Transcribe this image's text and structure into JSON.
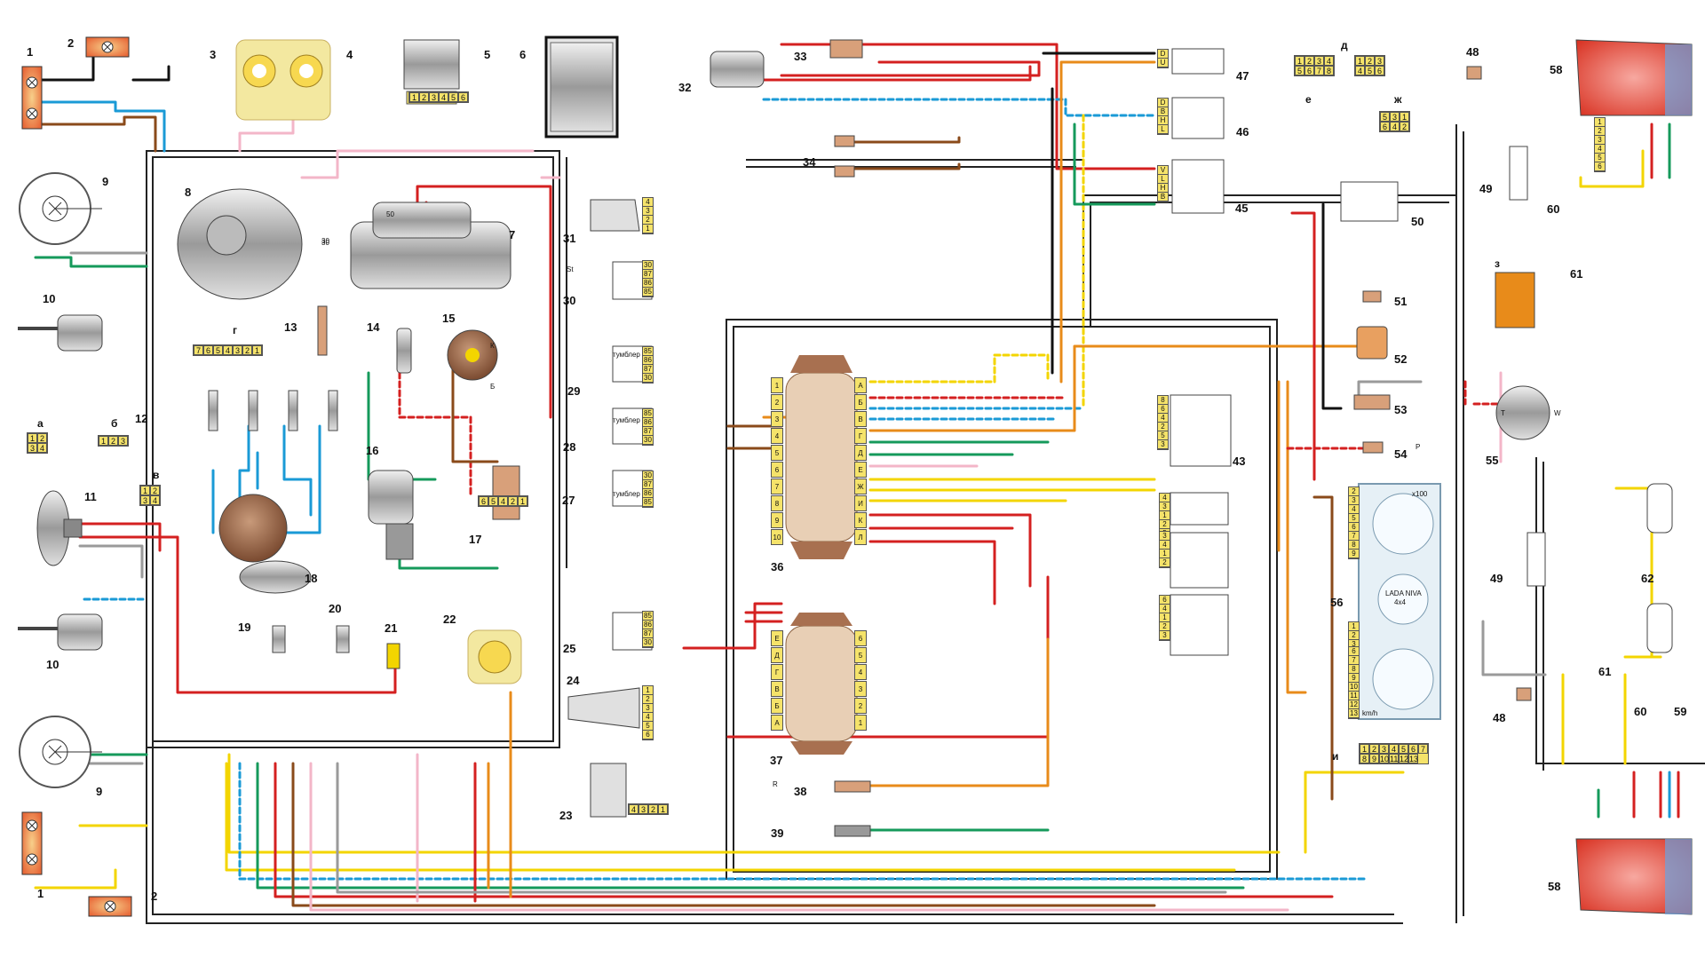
{
  "components": [
    {
      "id": "c1a",
      "label": "1"
    },
    {
      "id": "c1b",
      "label": "1"
    },
    {
      "id": "c2a",
      "label": "2"
    },
    {
      "id": "c2b",
      "label": "2"
    },
    {
      "id": "c3",
      "label": "3"
    },
    {
      "id": "c4",
      "label": "4"
    },
    {
      "id": "c5",
      "label": "5"
    },
    {
      "id": "c6",
      "label": "6"
    },
    {
      "id": "c7",
      "label": "7"
    },
    {
      "id": "c8",
      "label": "8"
    },
    {
      "id": "c9a",
      "label": "9"
    },
    {
      "id": "c9b",
      "label": "9"
    },
    {
      "id": "c10a",
      "label": "10"
    },
    {
      "id": "c10b",
      "label": "10"
    },
    {
      "id": "c11",
      "label": "11"
    },
    {
      "id": "c12",
      "label": "12"
    },
    {
      "id": "c13",
      "label": "13"
    },
    {
      "id": "c14",
      "label": "14"
    },
    {
      "id": "c15",
      "label": "15"
    },
    {
      "id": "c16",
      "label": "16"
    },
    {
      "id": "c17",
      "label": "17"
    },
    {
      "id": "c18",
      "label": "18"
    },
    {
      "id": "c19",
      "label": "19"
    },
    {
      "id": "c20",
      "label": "20"
    },
    {
      "id": "c21",
      "label": "21"
    },
    {
      "id": "c22",
      "label": "22"
    },
    {
      "id": "c23",
      "label": "23"
    },
    {
      "id": "c24",
      "label": "24"
    },
    {
      "id": "c25",
      "label": "25"
    },
    {
      "id": "c27",
      "label": "27"
    },
    {
      "id": "c28",
      "label": "28"
    },
    {
      "id": "c29",
      "label": "29"
    },
    {
      "id": "c30",
      "label": "30"
    },
    {
      "id": "c31",
      "label": "31"
    },
    {
      "id": "c32",
      "label": "32"
    },
    {
      "id": "c33",
      "label": "33"
    },
    {
      "id": "c34",
      "label": "34"
    },
    {
      "id": "c36",
      "label": "36"
    },
    {
      "id": "c37",
      "label": "37"
    },
    {
      "id": "c38",
      "label": "38"
    },
    {
      "id": "c39",
      "label": "39"
    },
    {
      "id": "c43",
      "label": "43"
    },
    {
      "id": "c45",
      "label": "45"
    },
    {
      "id": "c46",
      "label": "46"
    },
    {
      "id": "c47",
      "label": "47"
    },
    {
      "id": "c48a",
      "label": "48"
    },
    {
      "id": "c48b",
      "label": "48"
    },
    {
      "id": "c49a",
      "label": "49"
    },
    {
      "id": "c49b",
      "label": "49"
    },
    {
      "id": "c50",
      "label": "50"
    },
    {
      "id": "c51",
      "label": "51"
    },
    {
      "id": "c52",
      "label": "52"
    },
    {
      "id": "c53",
      "label": "53"
    },
    {
      "id": "c54",
      "label": "54"
    },
    {
      "id": "c55",
      "label": "55"
    },
    {
      "id": "c56",
      "label": "56"
    },
    {
      "id": "c58a",
      "label": "58"
    },
    {
      "id": "c58b",
      "label": "58"
    },
    {
      "id": "c59",
      "label": "59"
    },
    {
      "id": "c60a",
      "label": "60"
    },
    {
      "id": "c60b",
      "label": "60"
    },
    {
      "id": "c61a",
      "label": "61"
    },
    {
      "id": "c61b",
      "label": "61"
    },
    {
      "id": "c62",
      "label": "62"
    }
  ],
  "connector_keys": {
    "a": "а",
    "b": "б",
    "v": "в",
    "g": "г",
    "d": "д",
    "e": "е",
    "zh": "ж",
    "z": "з",
    "i": "и"
  },
  "connector_pins": {
    "a": [
      "1",
      "2",
      "3",
      "4"
    ],
    "b": [
      "1",
      "2",
      "3"
    ],
    "v": [
      "1",
      "2",
      "3",
      "4"
    ],
    "g": [
      "7",
      "6",
      "5",
      "4",
      "3",
      "2",
      "1"
    ],
    "d_left": [
      "1",
      "2",
      "3",
      "4",
      "5",
      "6",
      "7",
      "8"
    ],
    "d_right": [
      "1",
      "2",
      "3",
      "4",
      "5",
      "6"
    ],
    "e": [
      "1",
      "2",
      "3",
      "4",
      "5",
      "6",
      "7",
      "8"
    ],
    "zh": [
      "5",
      "3",
      "1",
      "6",
      "4",
      "2"
    ],
    "z": [
      "1",
      "2",
      "3",
      "4",
      "5",
      "6"
    ],
    "i": [
      "1",
      "2",
      "3",
      "4",
      "5",
      "6",
      "7",
      "8",
      "9",
      "10",
      "11",
      "12",
      "13"
    ]
  },
  "pin_labels": {
    "c5": [
      "1",
      "2",
      "3",
      "4",
      "5",
      "6"
    ],
    "c7_terminals": [
      "50",
      "30"
    ],
    "c8_terminal": "30",
    "c15_terminals": [
      "К",
      "Б"
    ],
    "c17": [
      "6",
      "5",
      "4",
      "2",
      "1"
    ],
    "c23": [
      "4",
      "3",
      "2",
      "1"
    ],
    "c24": [
      "1",
      "2",
      "3",
      "4",
      "5",
      "6"
    ],
    "c25": [
      "85",
      "86",
      "87",
      "30"
    ],
    "c27": [
      "30",
      "87",
      "86",
      "85"
    ],
    "c27_tag": "тумблер",
    "c28": [
      "85",
      "86",
      "87",
      "30"
    ],
    "c28_tag": "тумблер",
    "c29_tag": "тумблер",
    "c29": [
      "85",
      "86",
      "87",
      "30"
    ],
    "c30": [
      "30",
      "87",
      "86",
      "85"
    ],
    "c30_tag": "St",
    "c31": [
      "4",
      "3",
      "2",
      "1"
    ],
    "c36_left": [
      "1",
      "2",
      "3",
      "4",
      "5",
      "6",
      "7",
      "8",
      "9",
      "10"
    ],
    "c36_right": [
      "А",
      "Б",
      "В",
      "Г",
      "Д",
      "Е",
      "Ж",
      "И",
      "К",
      "Л"
    ],
    "c37_left": [
      "Е",
      "Д",
      "Г",
      "В",
      "Б",
      "А"
    ],
    "c37_right": [
      "6",
      "5",
      "4",
      "3",
      "2",
      "1"
    ],
    "c43": [
      "8",
      "6",
      "4",
      "2",
      "5",
      "3"
    ],
    "c45": [
      "V",
      "L",
      "H",
      "B"
    ],
    "c46": [
      "D",
      "B",
      "H",
      "L"
    ],
    "c47": [
      "D",
      "U"
    ],
    "c56_left_top": [
      "2",
      "3",
      "4",
      "5",
      "6",
      "7",
      "8",
      "9"
    ],
    "c56_left_mid": [
      "1",
      "2",
      "3",
      "4",
      "5"
    ],
    "c56_left_bot": [
      "6",
      "7",
      "8",
      "9",
      "10",
      "11",
      "12",
      "13"
    ],
    "c58": [
      "1",
      "2",
      "3",
      "4",
      "5",
      "6"
    ],
    "block_a": [
      "4",
      "3",
      "1",
      "2",
      "5",
      "6"
    ],
    "block_b": [
      "3",
      "4",
      "1",
      "2"
    ],
    "block_c": [
      "6",
      "4",
      "1",
      "2",
      "3"
    ],
    "block_d": [
      "1",
      "2",
      "3",
      "4",
      "5",
      "6",
      "7",
      "8",
      "9",
      "10"
    ]
  },
  "instrument_cluster": {
    "brand": "LADA NIVA",
    "model": "4x4",
    "tach_unit": "x100",
    "speed_unit": "km/h"
  },
  "indicator_letters": {
    "c55_t": "T",
    "c55_w": "W",
    "c54_symbol": "P",
    "c38_symbol": "R"
  },
  "colors": {
    "red": "#d42020",
    "blue": "#1a9ad6",
    "black": "#111111",
    "yellow": "#f3d500",
    "green": "#159a5b",
    "brown": "#8a4a1a",
    "orange": "#e88b1a",
    "pink": "#f3b6c8",
    "gray": "#9a9a9a",
    "white": "#ffffff",
    "lamp": "#f08a5a",
    "lampBlue": "#6aa2e0",
    "connector": "#f5e36a"
  }
}
